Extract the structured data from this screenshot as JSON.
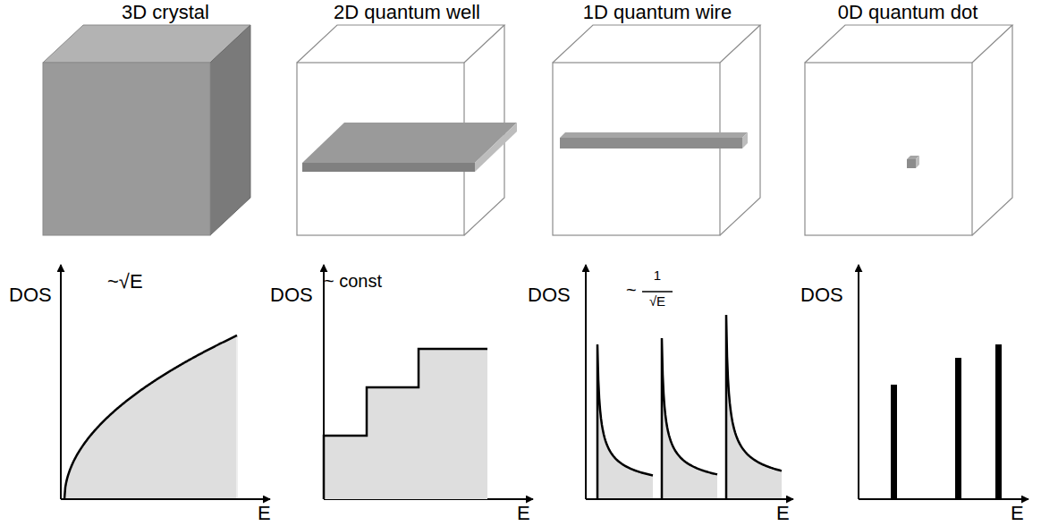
{
  "diagram": {
    "labels": [
      "3D crystal",
      "2D quantum well",
      "1D quantum wire",
      "0D quantum dot",
      "DOS",
      "~√E",
      "E",
      "DOS",
      "~ const",
      "E",
      "DOS",
      "~",
      "1",
      "√E",
      "E",
      "DOS",
      "E"
    ]
  }
}
